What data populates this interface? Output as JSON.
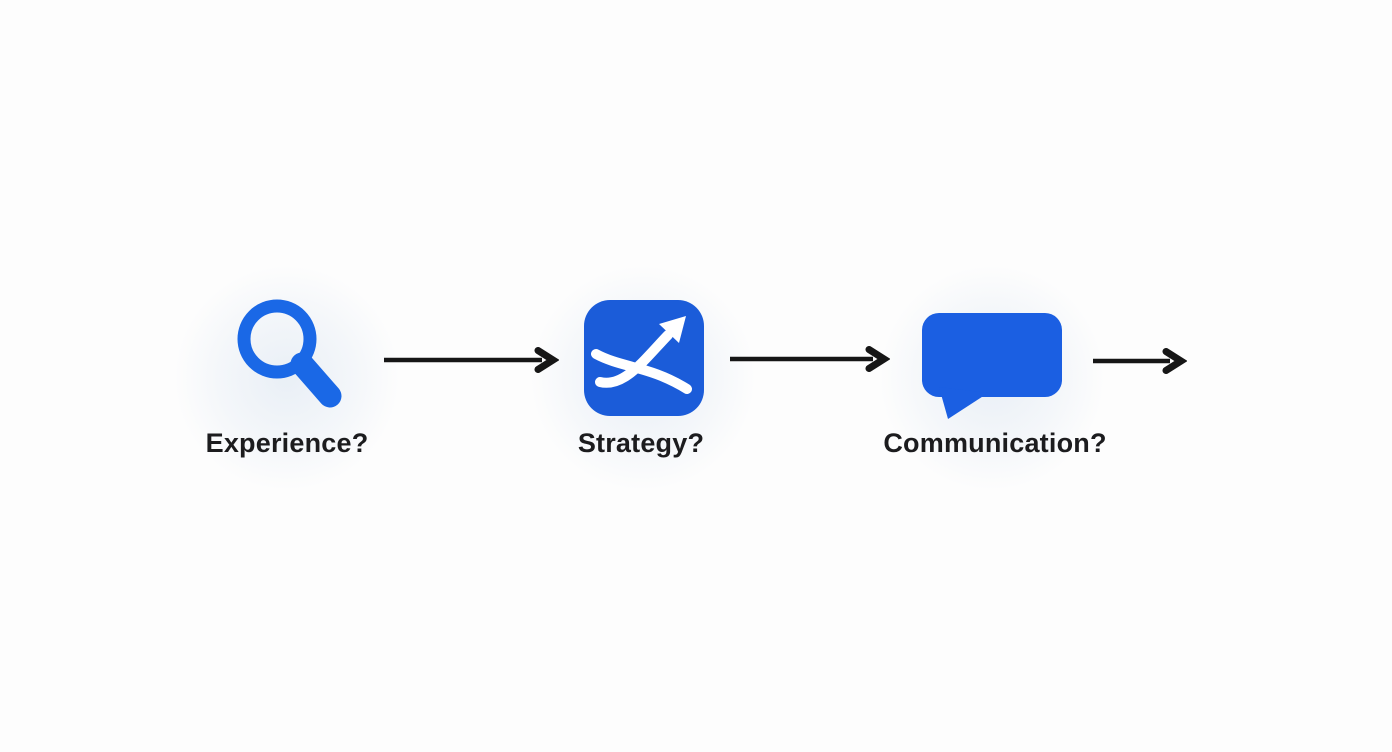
{
  "diagram": {
    "steps": [
      {
        "label": "Experience?",
        "icon": "search-icon"
      },
      {
        "label": "Strategy?",
        "icon": "crossing-growth-arrows-icon"
      },
      {
        "label": "Communication?",
        "icon": "speech-bubble-icon"
      }
    ],
    "connectors": [
      {
        "type": "arrow-right"
      },
      {
        "type": "arrow-right"
      },
      {
        "type": "arrow-right"
      }
    ],
    "colors": {
      "search_blue": "#1a68e6",
      "strategy_blue": "#1b5cd9",
      "bubble_blue": "#1b5fe2",
      "arrow_black": "#161616",
      "text_black": "#1c1c1e",
      "background": "#fdfdfd",
      "halo": "#e9eff6"
    }
  }
}
